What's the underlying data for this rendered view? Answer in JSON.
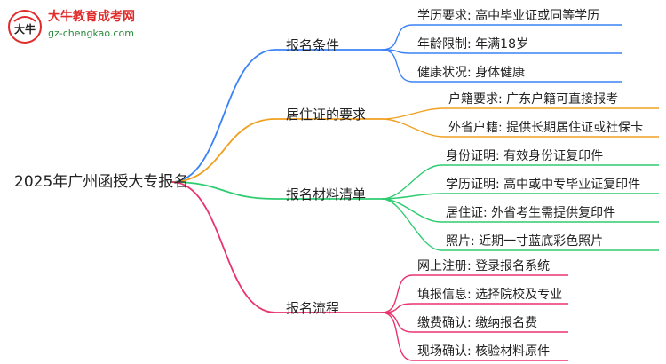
{
  "logo": {
    "title": "大牛教育成考网",
    "url": "gz-chengkao.com",
    "mark_text": "大牛"
  },
  "root": "2025年广州函授大专报名",
  "colors": {
    "branch1": "#3b82f6",
    "branch2": "#f0a020",
    "branch3": "#2ecc71",
    "branch4": "#e8336d",
    "logo_red": "#e02b2b"
  },
  "branches": [
    {
      "label": "报名条件",
      "leaves": [
        "学历要求: 高中毕业证或同等学历",
        "年龄限制: 年满18岁",
        "健康状况: 身体健康"
      ]
    },
    {
      "label": "居住证的要求",
      "leaves": [
        "户籍要求: 广东户籍可直接报考",
        "外省户籍: 提供长期居住证或社保卡"
      ]
    },
    {
      "label": "报名材料清单",
      "leaves": [
        "身份证明: 有效身份证复印件",
        "学历证明: 高中或中专毕业证复印件",
        "居住证: 外省考生需提供复印件",
        "照片: 近期一寸蓝底彩色照片"
      ]
    },
    {
      "label": "报名流程",
      "leaves": [
        "网上注册: 登录报名系统",
        "填报信息: 选择院校及专业",
        "缴费确认: 缴纳报名费",
        "现场确认: 核验材料原件"
      ]
    }
  ]
}
